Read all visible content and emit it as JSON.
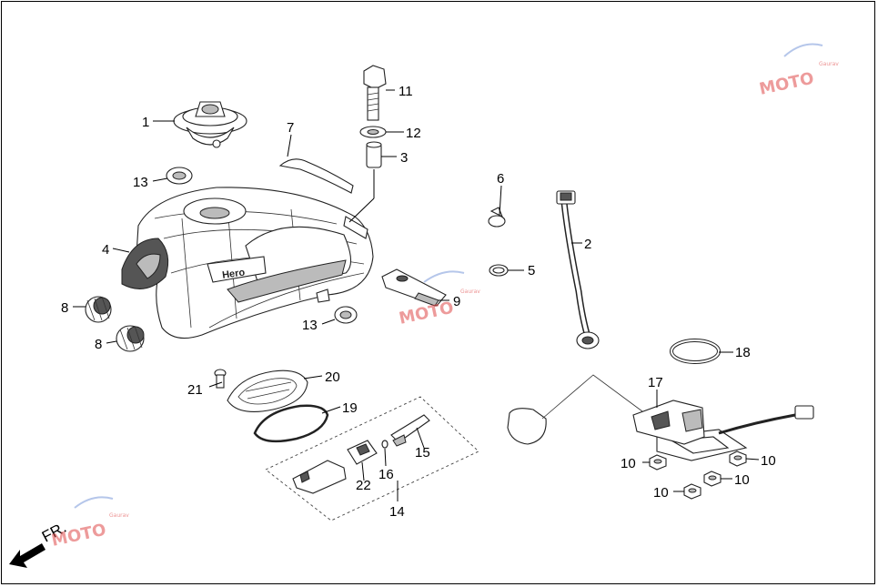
{
  "callouts": [
    "1",
    "2",
    "3",
    "4",
    "5",
    "6",
    "7",
    "8",
    "8",
    "9",
    "10",
    "10",
    "10",
    "10",
    "11",
    "12",
    "13",
    "13",
    "14",
    "15",
    "16",
    "17",
    "18",
    "19",
    "20",
    "21",
    "22"
  ],
  "direction_label": "FR.",
  "tank_brand": "Hero",
  "watermark": {
    "text": "MOTO",
    "sub": "Gaurav"
  }
}
